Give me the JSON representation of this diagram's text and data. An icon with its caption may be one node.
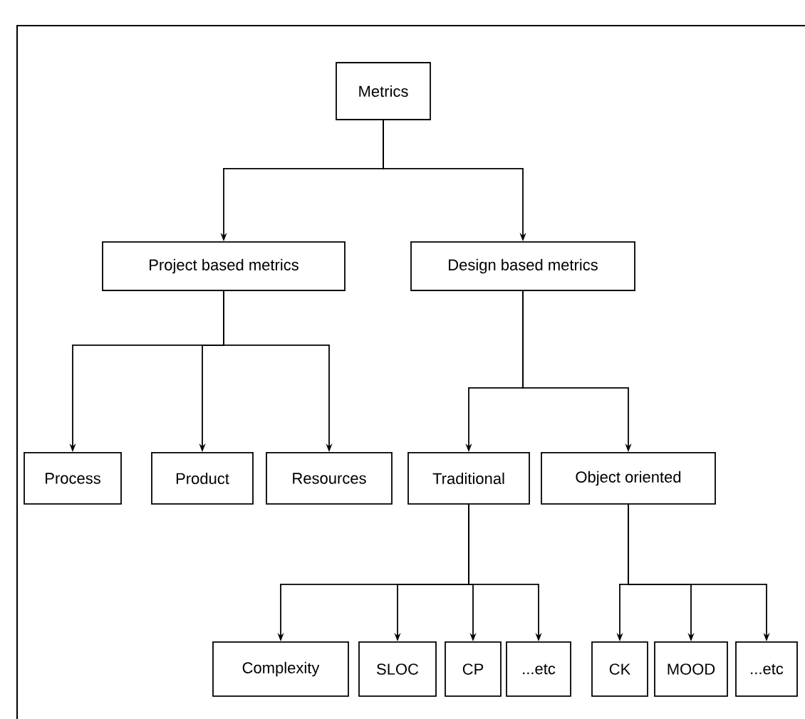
{
  "diagram": {
    "nodes": [
      {
        "text": [
          "Metrics"
        ]
      },
      {
        "text": [
          "Project based metrics"
        ]
      },
      {
        "text": [
          "Design based metrics"
        ]
      },
      {
        "text": [
          "Process"
        ]
      },
      {
        "text": [
          "Product"
        ]
      },
      {
        "text": [
          "Resources"
        ]
      },
      {
        "text": [
          "Traditional"
        ]
      },
      {
        "text": [
          "Object oriented"
        ]
      },
      {
        "text": [
          "Complexity"
        ]
      },
      {
        "text": [
          "SLOC"
        ]
      },
      {
        "text": [
          "CP"
        ]
      },
      {
        "text": [
          "...etc"
        ]
      },
      {
        "text": [
          "CK"
        ]
      },
      {
        "text": [
          "MOOD"
        ]
      },
      {
        "text": [
          "...etc"
        ]
      }
    ],
    "edges": [
      {
        "from": 0,
        "to": 1,
        "arrow": "to"
      },
      {
        "from": 0,
        "to": 2,
        "arrow": "to"
      },
      {
        "from": 1,
        "to": 3,
        "arrow": "to"
      },
      {
        "from": 1,
        "to": 4,
        "arrow": "to"
      },
      {
        "from": 1,
        "to": 5,
        "arrow": "to"
      },
      {
        "from": 2,
        "to": 6,
        "arrow": "to"
      },
      {
        "from": 2,
        "to": 7,
        "arrow": "to"
      },
      {
        "from": 6,
        "to": 8,
        "arrow": "to"
      },
      {
        "from": 6,
        "to": 9,
        "arrow": "to"
      },
      {
        "from": 6,
        "to": 10,
        "arrow": "to"
      },
      {
        "from": 6,
        "to": 11,
        "arrow": "to"
      },
      {
        "from": 7,
        "to": 12,
        "arrow": "to"
      },
      {
        "from": 7,
        "to": 13,
        "arrow": "to"
      },
      {
        "from": 7,
        "to": 14,
        "arrow": "to"
      }
    ]
  }
}
